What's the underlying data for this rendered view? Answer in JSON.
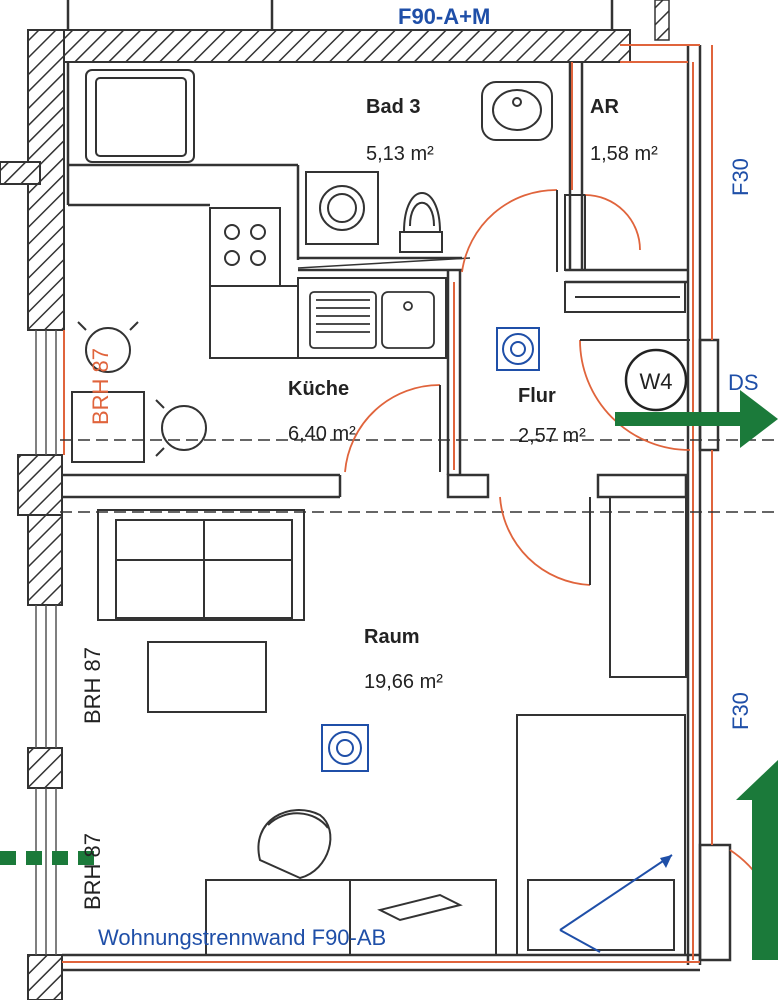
{
  "colors": {
    "wall": "#333333",
    "fire_line": "#e0643c",
    "annotation_blue": "#1f4fa8",
    "escape_green": "#1b7a3a"
  },
  "labels": {
    "top_wall": "F90-A+M",
    "unit_wall": "Wohnungstrennwand F90-AB",
    "wall_right_upper": "F30",
    "wall_right_lower": "F30",
    "ds": "DS",
    "unit_marker": "W4",
    "brh_kitchen": "BRH 87",
    "brh_room_1": "BRH 87",
    "brh_room_2": "BRH 87"
  },
  "rooms": {
    "bad": {
      "name": "Bad 3",
      "area": "5,13 m²"
    },
    "ar": {
      "name": "AR",
      "area": "1,58 m²"
    },
    "kueche": {
      "name": "Küche",
      "area": "6,40 m²"
    },
    "flur": {
      "name": "Flur",
      "area": "2,57 m²"
    },
    "raum": {
      "name": "Raum",
      "area": "19,66 m²"
    }
  },
  "icons": [
    "smoke-detector-icon",
    "escape-arrow-icon",
    "door-swing-icon",
    "sink-icon",
    "toilet-icon",
    "washing-machine-icon",
    "stove-icon",
    "chair-icon",
    "bed-icon",
    "sofa-icon",
    "table-icon",
    "desk-icon"
  ]
}
